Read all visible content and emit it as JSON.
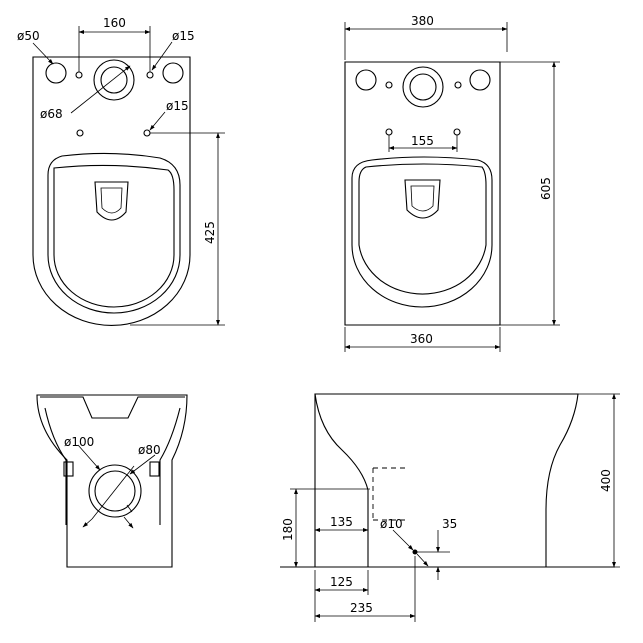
{
  "drawing": {
    "labels": {
      "d50": "ø50",
      "d160": "160",
      "d15_top": "ø15",
      "d68": "ø68",
      "d15_mid": "ø15",
      "d425": "425",
      "d380": "380",
      "d605": "605",
      "d155": "155",
      "d360": "360",
      "d100": "ø100",
      "d80": "ø80",
      "d400": "400",
      "d180": "180",
      "d135": "135",
      "d10": "ø10",
      "d35": "35",
      "d125": "125",
      "d235": "235"
    }
  }
}
